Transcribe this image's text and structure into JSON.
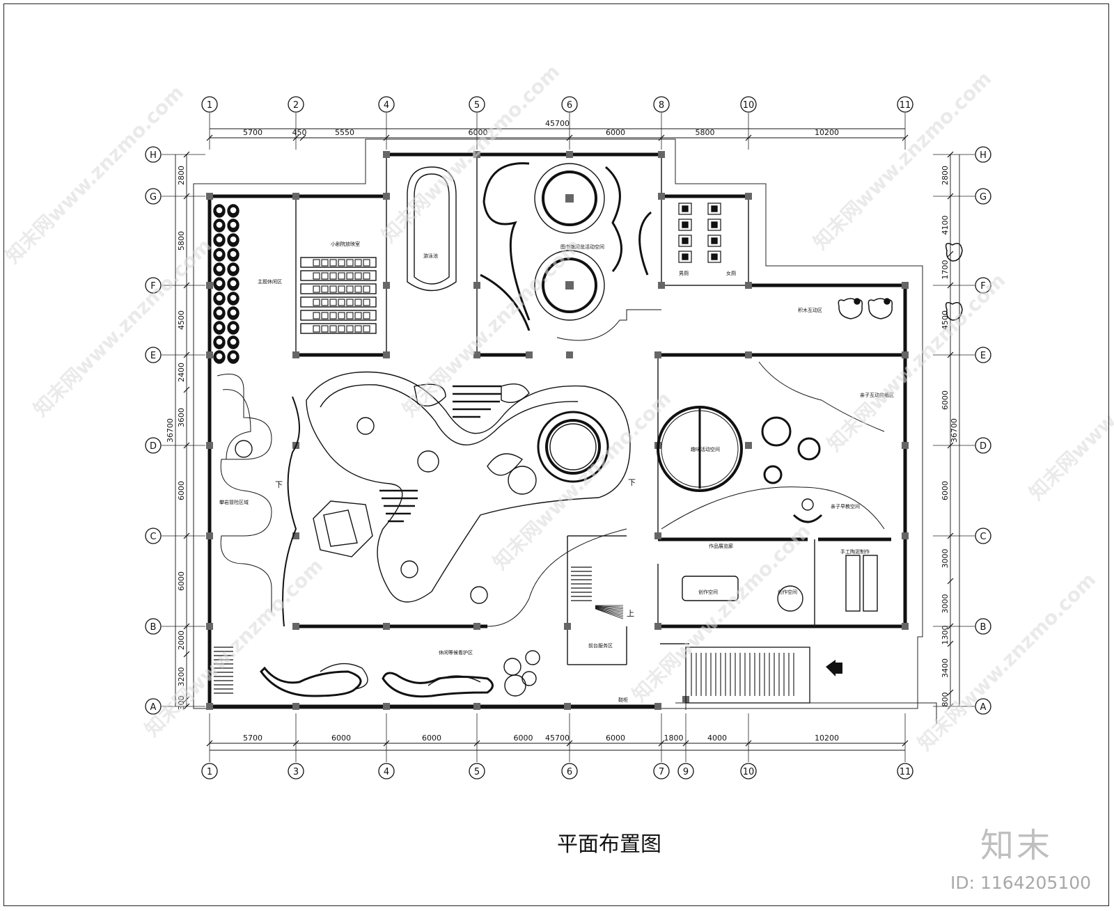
{
  "drawing": {
    "title": "平面布置图",
    "brand": "知末",
    "id_label": "ID: 1164205100"
  },
  "axes": {
    "top": [
      "1",
      "2",
      "4",
      "5",
      "6",
      "8",
      "10",
      "11"
    ],
    "bottom": [
      "1",
      "3",
      "4",
      "5",
      "6",
      "7",
      "9",
      "10",
      "11"
    ],
    "left": [
      "H",
      "G",
      "F",
      "E",
      "D",
      "C",
      "B",
      "A"
    ],
    "right": [
      "H",
      "G",
      "F",
      "E",
      "D",
      "C",
      "B",
      "A"
    ]
  },
  "dimensions": {
    "top_total": "45700",
    "top_segments": [
      "5700",
      "450",
      "5550",
      "6000",
      "6000",
      "5800",
      "10200"
    ],
    "bottom_total": "45700",
    "bottom_segments": [
      "5700",
      "6000",
      "6000",
      "6000",
      "6000",
      "1800",
      "4000",
      "10200"
    ],
    "left_total": "36700",
    "left_segments": [
      "2800",
      "5800",
      "4500",
      "2400",
      "3600",
      "6000",
      "6000",
      "2000",
      "3200",
      "300"
    ],
    "right_total": "36700",
    "right_segments": [
      "2800",
      "4100",
      "1700",
      "4500",
      "6000",
      "6000",
      "3000",
      "3000",
      "1300",
      "3400",
      "800"
    ]
  },
  "rooms": {
    "theme_rest": "主题休闲区",
    "cinema": "小剧院放映室",
    "pool": "游泳池",
    "library": "图书馆阅览活动空间",
    "male_wc": "男厕",
    "female_wc": "女厕",
    "blocks": "积木互动区",
    "parent_paper": "亲子互动剪纸区",
    "fun_activity": "趣味活动空间",
    "parent_early": "亲子早教空间",
    "climb": "攀岩冒险区域",
    "works_display": "作品展览廊",
    "pottery": "手工陶泥制作",
    "create1": "创作空间",
    "create2": "创作空间",
    "front_desk": "前台服务区",
    "lounge": "休闲等候看护区",
    "shoe": "鞋柜",
    "up": "上",
    "down": "下"
  },
  "watermark": "知末网www.znzmo.com"
}
